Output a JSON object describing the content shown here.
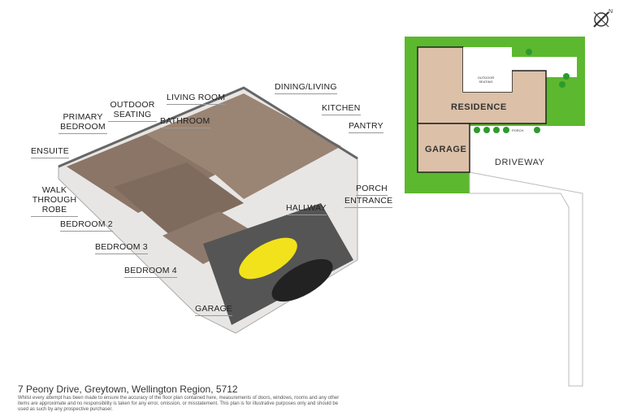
{
  "address": "7 Peony Drive, Greytown, Wellington Region, 5712",
  "disclaimer": "Whilst every attempt has been made to ensure the accuracy of the floor plan contained here, measurements of doors, windows, rooms and any other items are approximate and no responsibility is taken for any error, omission, or misstatement. This plan is for illustrative purposes only and should be used as such by any prospective purchaser.",
  "compass": {
    "label": "N",
    "icon": "north-arrow-icon"
  },
  "rooms": [
    {
      "id": "outdoor-seating",
      "label": "OUTDOOR SEATING"
    },
    {
      "id": "living-room",
      "label": "LIVING ROOM"
    },
    {
      "id": "dining-living",
      "label": "DINING/LIVING"
    },
    {
      "id": "primary-bedroom",
      "label": "PRIMARY BEDROOM"
    },
    {
      "id": "bathroom",
      "label": "BATHROOM"
    },
    {
      "id": "kitchen",
      "label": "KITCHEN"
    },
    {
      "id": "pantry",
      "label": "PANTRY"
    },
    {
      "id": "ensuite",
      "label": "ENSUITE"
    },
    {
      "id": "walk-through-robe",
      "label": "WALK THROUGH ROBE"
    },
    {
      "id": "porch",
      "label": "PORCH"
    },
    {
      "id": "entrance",
      "label": "ENTRANCE"
    },
    {
      "id": "hallway",
      "label": "HALLWAY"
    },
    {
      "id": "bedroom-2",
      "label": "BEDROOM 2"
    },
    {
      "id": "bedroom-3",
      "label": "BEDROOM 3"
    },
    {
      "id": "bedroom-4",
      "label": "BEDROOM 4"
    },
    {
      "id": "garage",
      "label": "GARAGE"
    }
  ],
  "site_plan": {
    "residence": "RESIDENCE",
    "garage": "GARAGE",
    "driveway": "DRIVEWAY",
    "outdoor_seating": "OUTDOOR SEATING",
    "porch": "PORCH",
    "colors": {
      "lawn": "#5cb82e",
      "building": "#dcc0a8",
      "paving": "#ffffff"
    }
  }
}
